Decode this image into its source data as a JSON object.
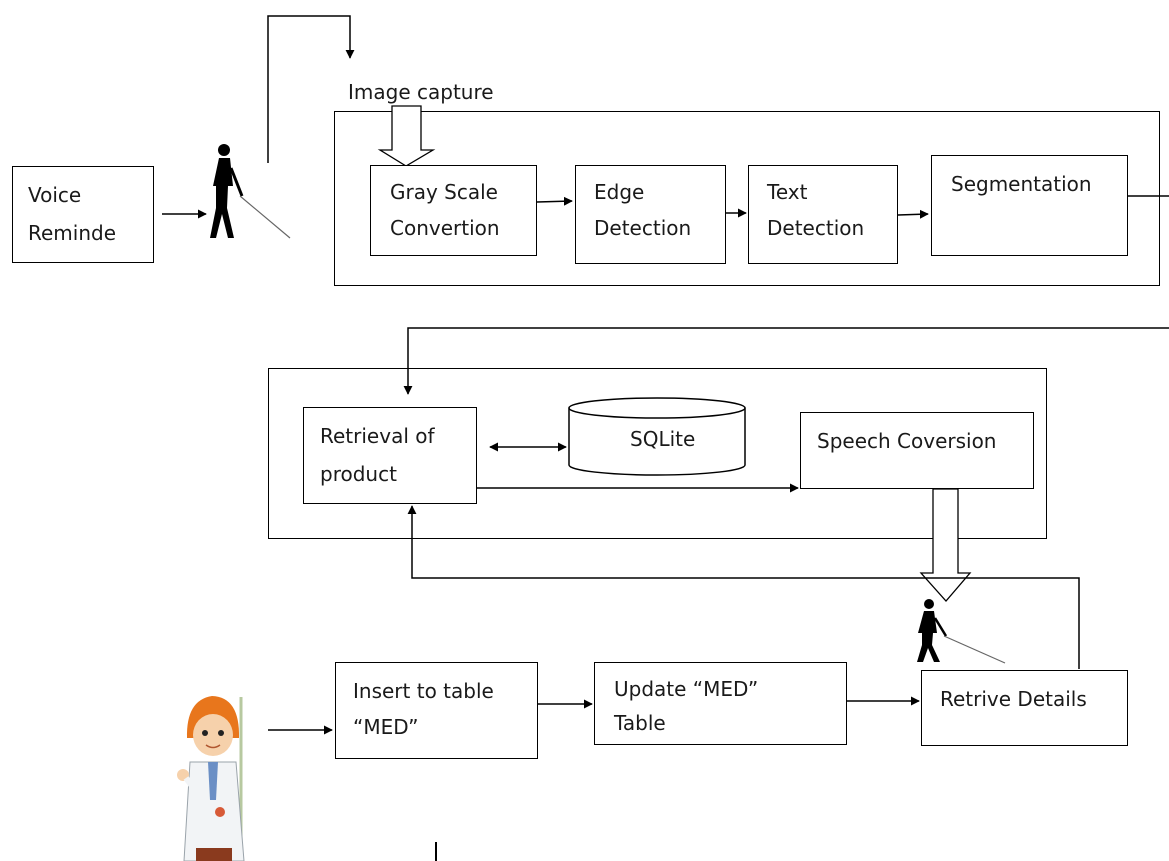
{
  "image_capture_label": "Image capture",
  "nodes": {
    "voice_reminder": [
      "Voice",
      "Reminde"
    ],
    "gray_scale": [
      "Gray Scale",
      "Convertion"
    ],
    "edge_detection": [
      "Edge",
      "Detection"
    ],
    "text_detection": [
      "Text",
      "Detection"
    ],
    "segmentation": [
      "Segmentation"
    ],
    "retrieval": [
      "Retrieval of",
      "product"
    ],
    "sqlite": "SQLite",
    "speech": "Speech Coversion",
    "insert": [
      "Insert to table",
      "“MED”"
    ],
    "update": [
      "Update “MED”",
      "Table"
    ],
    "retrive": "Retrive Details"
  }
}
